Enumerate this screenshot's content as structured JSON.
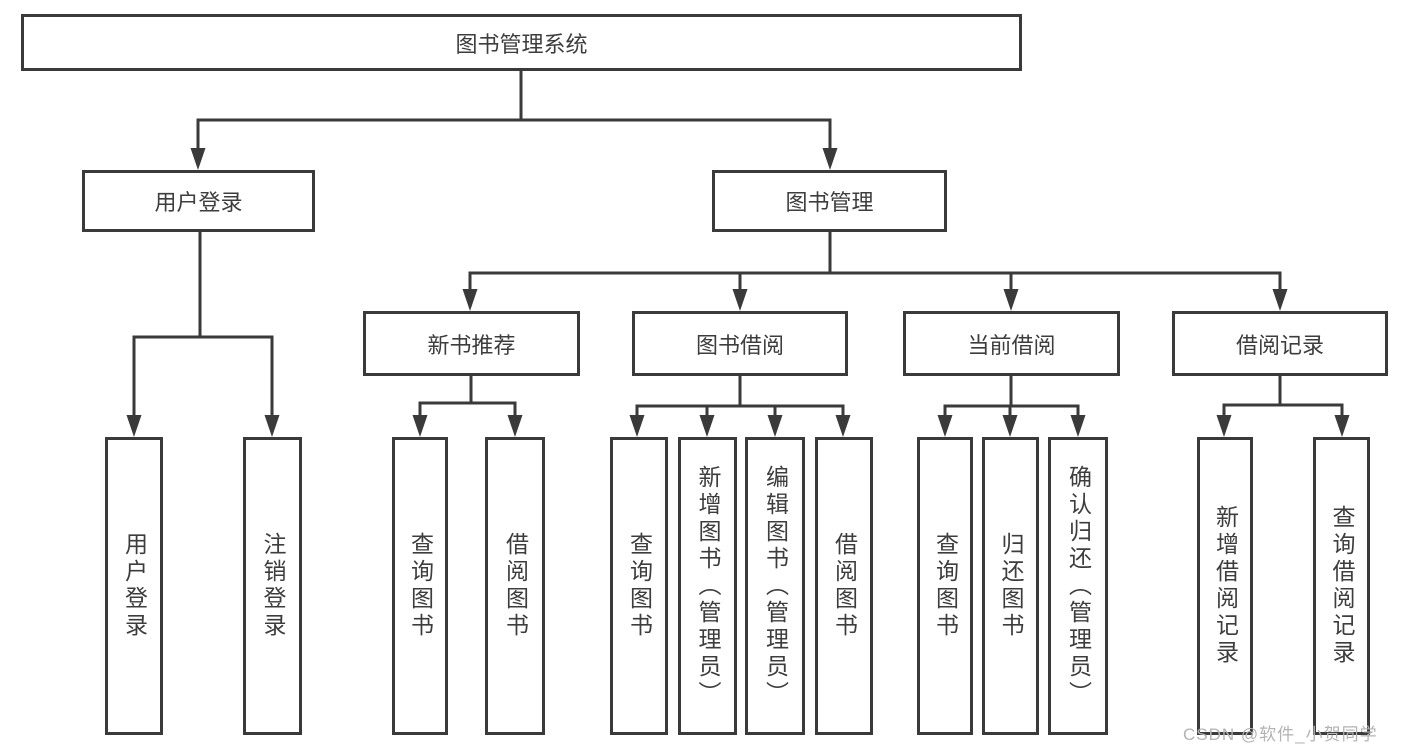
{
  "diagram_title": "图书管理系统",
  "tree": {
    "root": {
      "label": "图书管理系统"
    },
    "level1": [
      {
        "id": "user-login",
        "label": "用户登录"
      },
      {
        "id": "book-management",
        "label": "图书管理"
      }
    ],
    "level2": [
      {
        "id": "new-book-recommend",
        "parent": "图书管理",
        "label": "新书推荐"
      },
      {
        "id": "book-borrowing",
        "parent": "图书管理",
        "label": "图书借阅"
      },
      {
        "id": "current-borrowing",
        "parent": "图书管理",
        "label": "当前借阅"
      },
      {
        "id": "borrowing-records",
        "parent": "图书管理",
        "label": "借阅记录"
      }
    ],
    "leaves": [
      {
        "id": "leaf-user-login",
        "parent": "用户登录",
        "label": "用户登录"
      },
      {
        "id": "leaf-logout",
        "parent": "用户登录",
        "label": "注销登录"
      },
      {
        "id": "leaf-query-books-1",
        "parent": "新书推荐",
        "label": "查询图书"
      },
      {
        "id": "leaf-borrow-books-1",
        "parent": "新书推荐",
        "label": "借阅图书"
      },
      {
        "id": "leaf-query-books-2",
        "parent": "图书借阅",
        "label": "查询图书"
      },
      {
        "id": "leaf-add-books-admin",
        "parent": "图书借阅",
        "label": "新增图书（管理员）"
      },
      {
        "id": "leaf-edit-books-admin",
        "parent": "图书借阅",
        "label": "编辑图书（管理员）"
      },
      {
        "id": "leaf-borrow-books-2",
        "parent": "图书借阅",
        "label": "借阅图书"
      },
      {
        "id": "leaf-query-books-3",
        "parent": "当前借阅",
        "label": "查询图书"
      },
      {
        "id": "leaf-return-books",
        "parent": "当前借阅",
        "label": "归还图书"
      },
      {
        "id": "leaf-confirm-return-admin",
        "parent": "当前借阅",
        "label": "确认归还（管理员）"
      },
      {
        "id": "leaf-add-borrow-record",
        "parent": "借阅记录",
        "label": "新增借阅记录"
      },
      {
        "id": "leaf-query-borrow-record",
        "parent": "借阅记录",
        "label": "查询借阅记录"
      }
    ]
  },
  "watermark": {
    "text": "CSDN @软件_小贺同学"
  },
  "colors": {
    "line": "#3a3a3a",
    "box_border": "#3a3a3a",
    "text": "#3d3d3d",
    "background": "#ffffff",
    "watermark": "#b3b3b3"
  }
}
